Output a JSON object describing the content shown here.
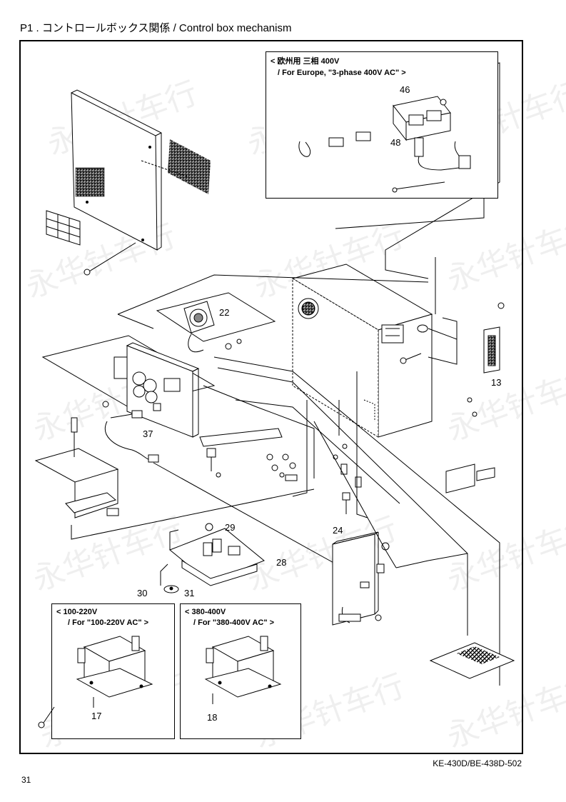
{
  "title": "P1 . コントロールボックス関係 / Control box mechanism",
  "footer_model": "KE-430D/BE-438D-502",
  "page_number": "31",
  "watermark_text": "永华针车行",
  "inset_europe": {
    "line1": "< 欧州用  三相 400V",
    "line2": "/ For Europe, \"3-phase 400V AC\" >"
  },
  "inset_100_220": {
    "line1": "< 100-220V",
    "line2": "/ For \"100-220V AC\" >"
  },
  "inset_380_400": {
    "line1": "< 380-400V",
    "line2": "/ For \"380-400V AC\" >"
  },
  "callouts": {
    "c46": "46",
    "c48": "48",
    "c22": "22",
    "c13": "13",
    "c37": "37",
    "c29": "29",
    "c28": "28",
    "c24": "24",
    "c30": "30",
    "c31": "31",
    "c17": "17",
    "c18": "18"
  }
}
